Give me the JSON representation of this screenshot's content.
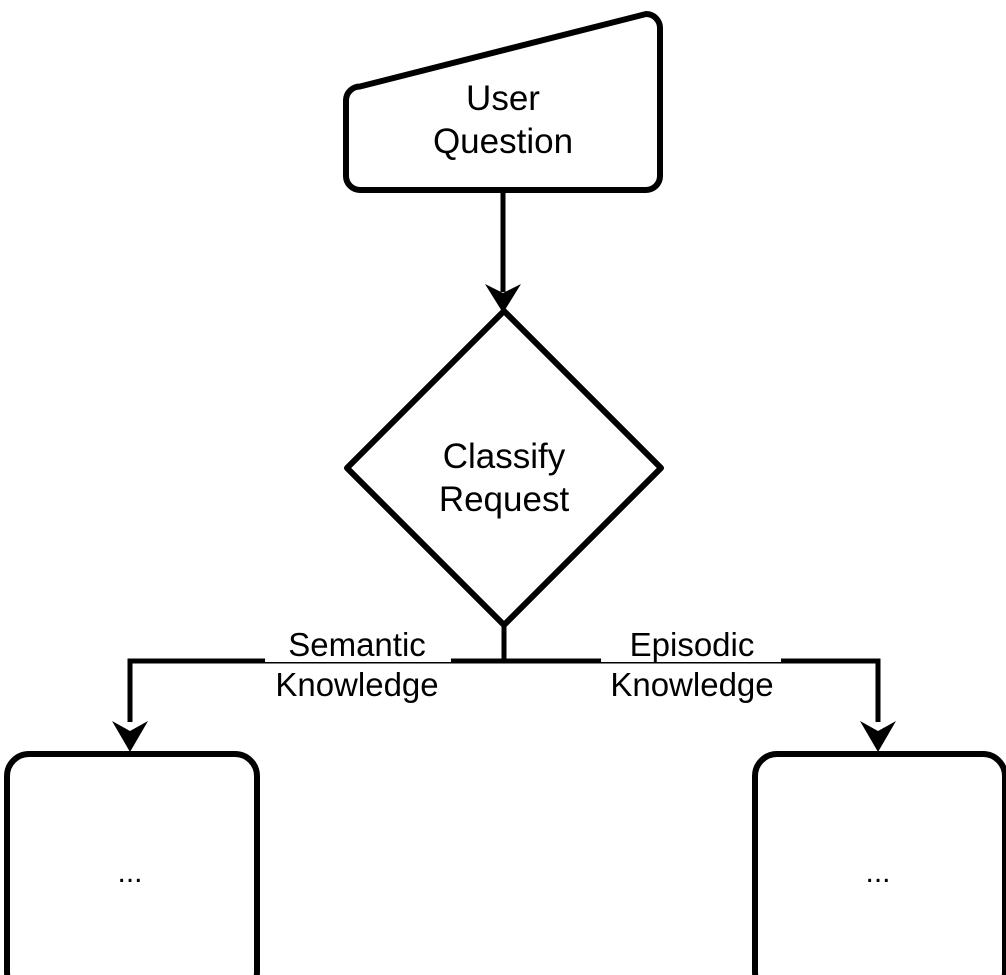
{
  "diagram": {
    "type": "flowchart",
    "background_color": "#ffffff",
    "stroke_color": "#000000",
    "text_color": "#000000",
    "nodes": [
      {
        "id": "user-question",
        "shape": "rounded-slanted-box",
        "label_lines": [
          "User",
          "Question"
        ],
        "label": "User Question"
      },
      {
        "id": "classify-request",
        "shape": "diamond",
        "label_lines": [
          "Classify",
          "Request"
        ],
        "label": "Classify Request"
      },
      {
        "id": "semantic-branch-box",
        "shape": "rounded-box",
        "label_lines": [
          "..."
        ],
        "label": "..."
      },
      {
        "id": "episodic-branch-box",
        "shape": "rounded-box",
        "label_lines": [
          "..."
        ],
        "label": "..."
      }
    ],
    "edges": [
      {
        "id": "question-to-classify",
        "from": "user-question",
        "to": "classify-request",
        "label": ""
      },
      {
        "id": "classify-to-semantic",
        "from": "classify-request",
        "to": "semantic-branch-box",
        "label_lines": [
          "Semantic",
          "Knowledge"
        ],
        "label": "Semantic Knowledge"
      },
      {
        "id": "classify-to-episodic",
        "from": "classify-request",
        "to": "episodic-branch-box",
        "label_lines": [
          "Episodic",
          "Knowledge"
        ],
        "label": "Episodic Knowledge"
      }
    ]
  }
}
